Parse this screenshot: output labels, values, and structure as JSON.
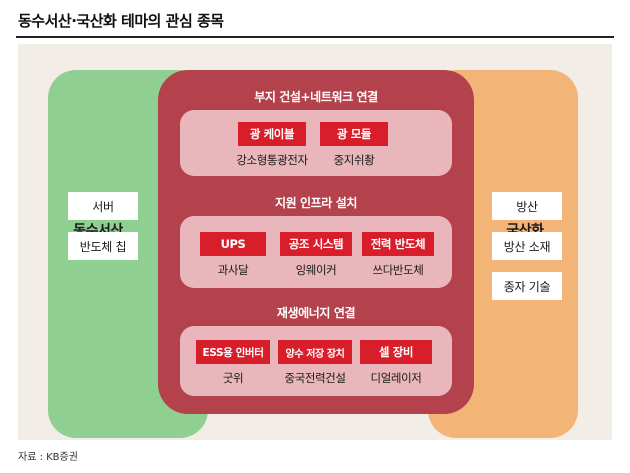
{
  "title": "동수서산·국산화 테마의 관심 종목",
  "source": "자료 : KB증권",
  "left": {
    "title": "동수서산",
    "items": [
      "서버",
      "반도체 칩"
    ]
  },
  "right": {
    "title": "국산화",
    "items": [
      "방산",
      "방산 소재",
      "종자 기술"
    ]
  },
  "center": {
    "sections": [
      {
        "title": "부지 건설+네트워크 연결",
        "items": [
          {
            "label": "광 케이블",
            "company": "강소형통광전자"
          },
          {
            "label": "광 모듈",
            "company": "중지쉬촹"
          }
        ]
      },
      {
        "title": "지원 인프라 설치",
        "items": [
          {
            "label": "UPS",
            "company": "과사달"
          },
          {
            "label": "공조 시스템",
            "company": "잉웨이커"
          },
          {
            "label": "전력 반도체",
            "company": "쓰다반도체"
          }
        ]
      },
      {
        "title": "재생에너지 연결",
        "items": [
          {
            "label": "ESS용 인버터",
            "company": "굿위"
          },
          {
            "label": "양수 저장 장치",
            "company": "중국전력건설"
          },
          {
            "label": "셀 장비",
            "company": "디얼레이저"
          }
        ]
      }
    ]
  },
  "colors": {
    "left_bg": "#8fcf91",
    "right_bg": "#f3b477",
    "center_bg": "#b3424c",
    "sub_bg": "#e9b6bb",
    "button_red": "#d81e2a",
    "panel_bg": "#f2ede6"
  }
}
